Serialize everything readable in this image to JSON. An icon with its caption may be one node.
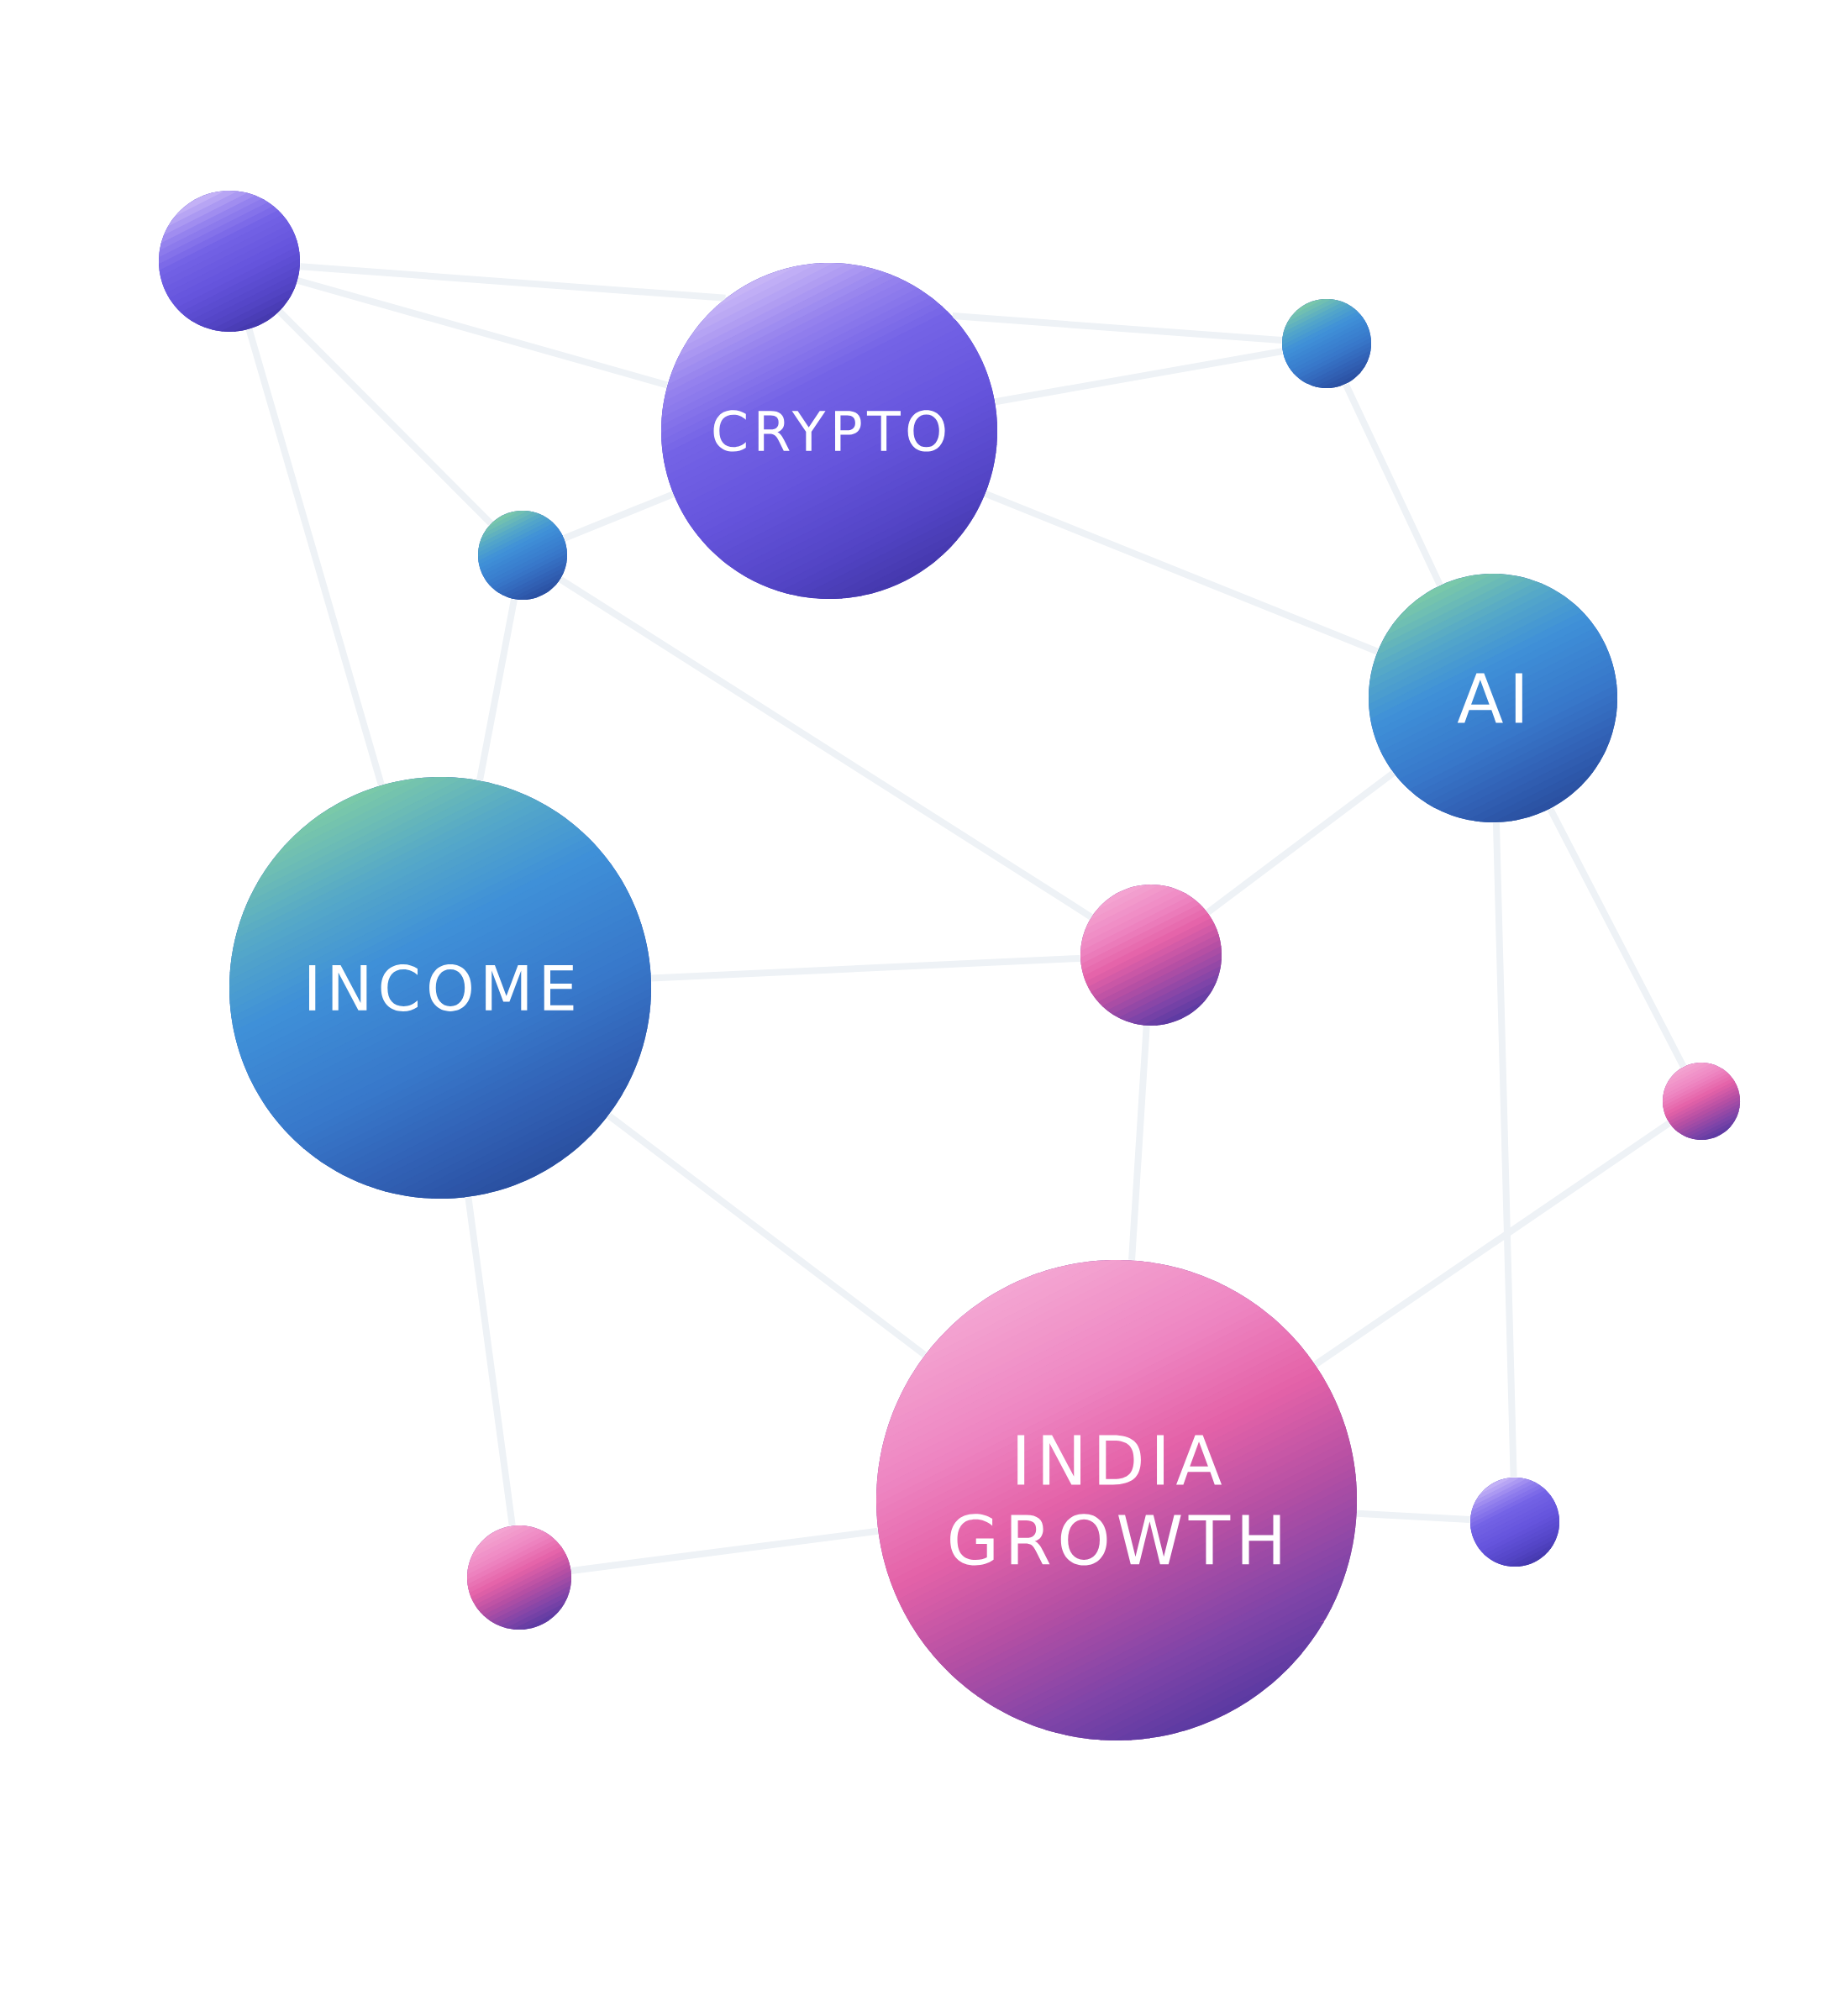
{
  "diagram": {
    "nodes": [
      {
        "text": [],
        "shape": "circle"
      },
      {
        "text": [],
        "shape": "circle"
      },
      {
        "text": [
          "CRYPTO"
        ]
      },
      {
        "text": [],
        "shape": "circle"
      },
      {
        "text": [
          "AI"
        ]
      },
      {
        "text": [],
        "shape": "circle"
      },
      {
        "text": [
          "INCOME"
        ]
      },
      {
        "text": [],
        "shape": "circle"
      },
      {
        "text": [
          "INDIA GROWTH"
        ]
      },
      {
        "text": [],
        "shape": "circle"
      },
      {
        "text": [],
        "shape": "circle"
      }
    ],
    "edges": [
      {
        "from": 0,
        "to": 2,
        "arrow": "none"
      },
      {
        "from": 0,
        "to": 2,
        "arrow": "none"
      },
      {
        "from": 0,
        "to": 3,
        "arrow": "none"
      },
      {
        "from": 0,
        "to": 6,
        "arrow": "none"
      },
      {
        "from": 2,
        "to": 1,
        "arrow": "none"
      },
      {
        "from": 2,
        "to": 1,
        "arrow": "none"
      },
      {
        "from": 3,
        "to": 2,
        "arrow": "none"
      },
      {
        "from": 3,
        "to": 6,
        "arrow": "none"
      },
      {
        "from": 3,
        "to": 5,
        "arrow": "none"
      },
      {
        "from": 2,
        "to": 4,
        "arrow": "none"
      },
      {
        "from": 1,
        "to": 4,
        "arrow": "none"
      },
      {
        "from": 4,
        "to": 5,
        "arrow": "none"
      },
      {
        "from": 4,
        "to": 7,
        "arrow": "none"
      },
      {
        "from": 4,
        "to": 9,
        "arrow": "none"
      },
      {
        "from": 6,
        "to": 5,
        "arrow": "none"
      },
      {
        "from": 6,
        "to": 8,
        "arrow": "none"
      },
      {
        "from": 6,
        "to": 10,
        "arrow": "none"
      },
      {
        "from": 5,
        "to": 8,
        "arrow": "none"
      },
      {
        "from": 7,
        "to": 8,
        "arrow": "none"
      },
      {
        "from": 8,
        "to": 9,
        "arrow": "none"
      },
      {
        "from": 10,
        "to": 8,
        "arrow": "none"
      }
    ]
  }
}
